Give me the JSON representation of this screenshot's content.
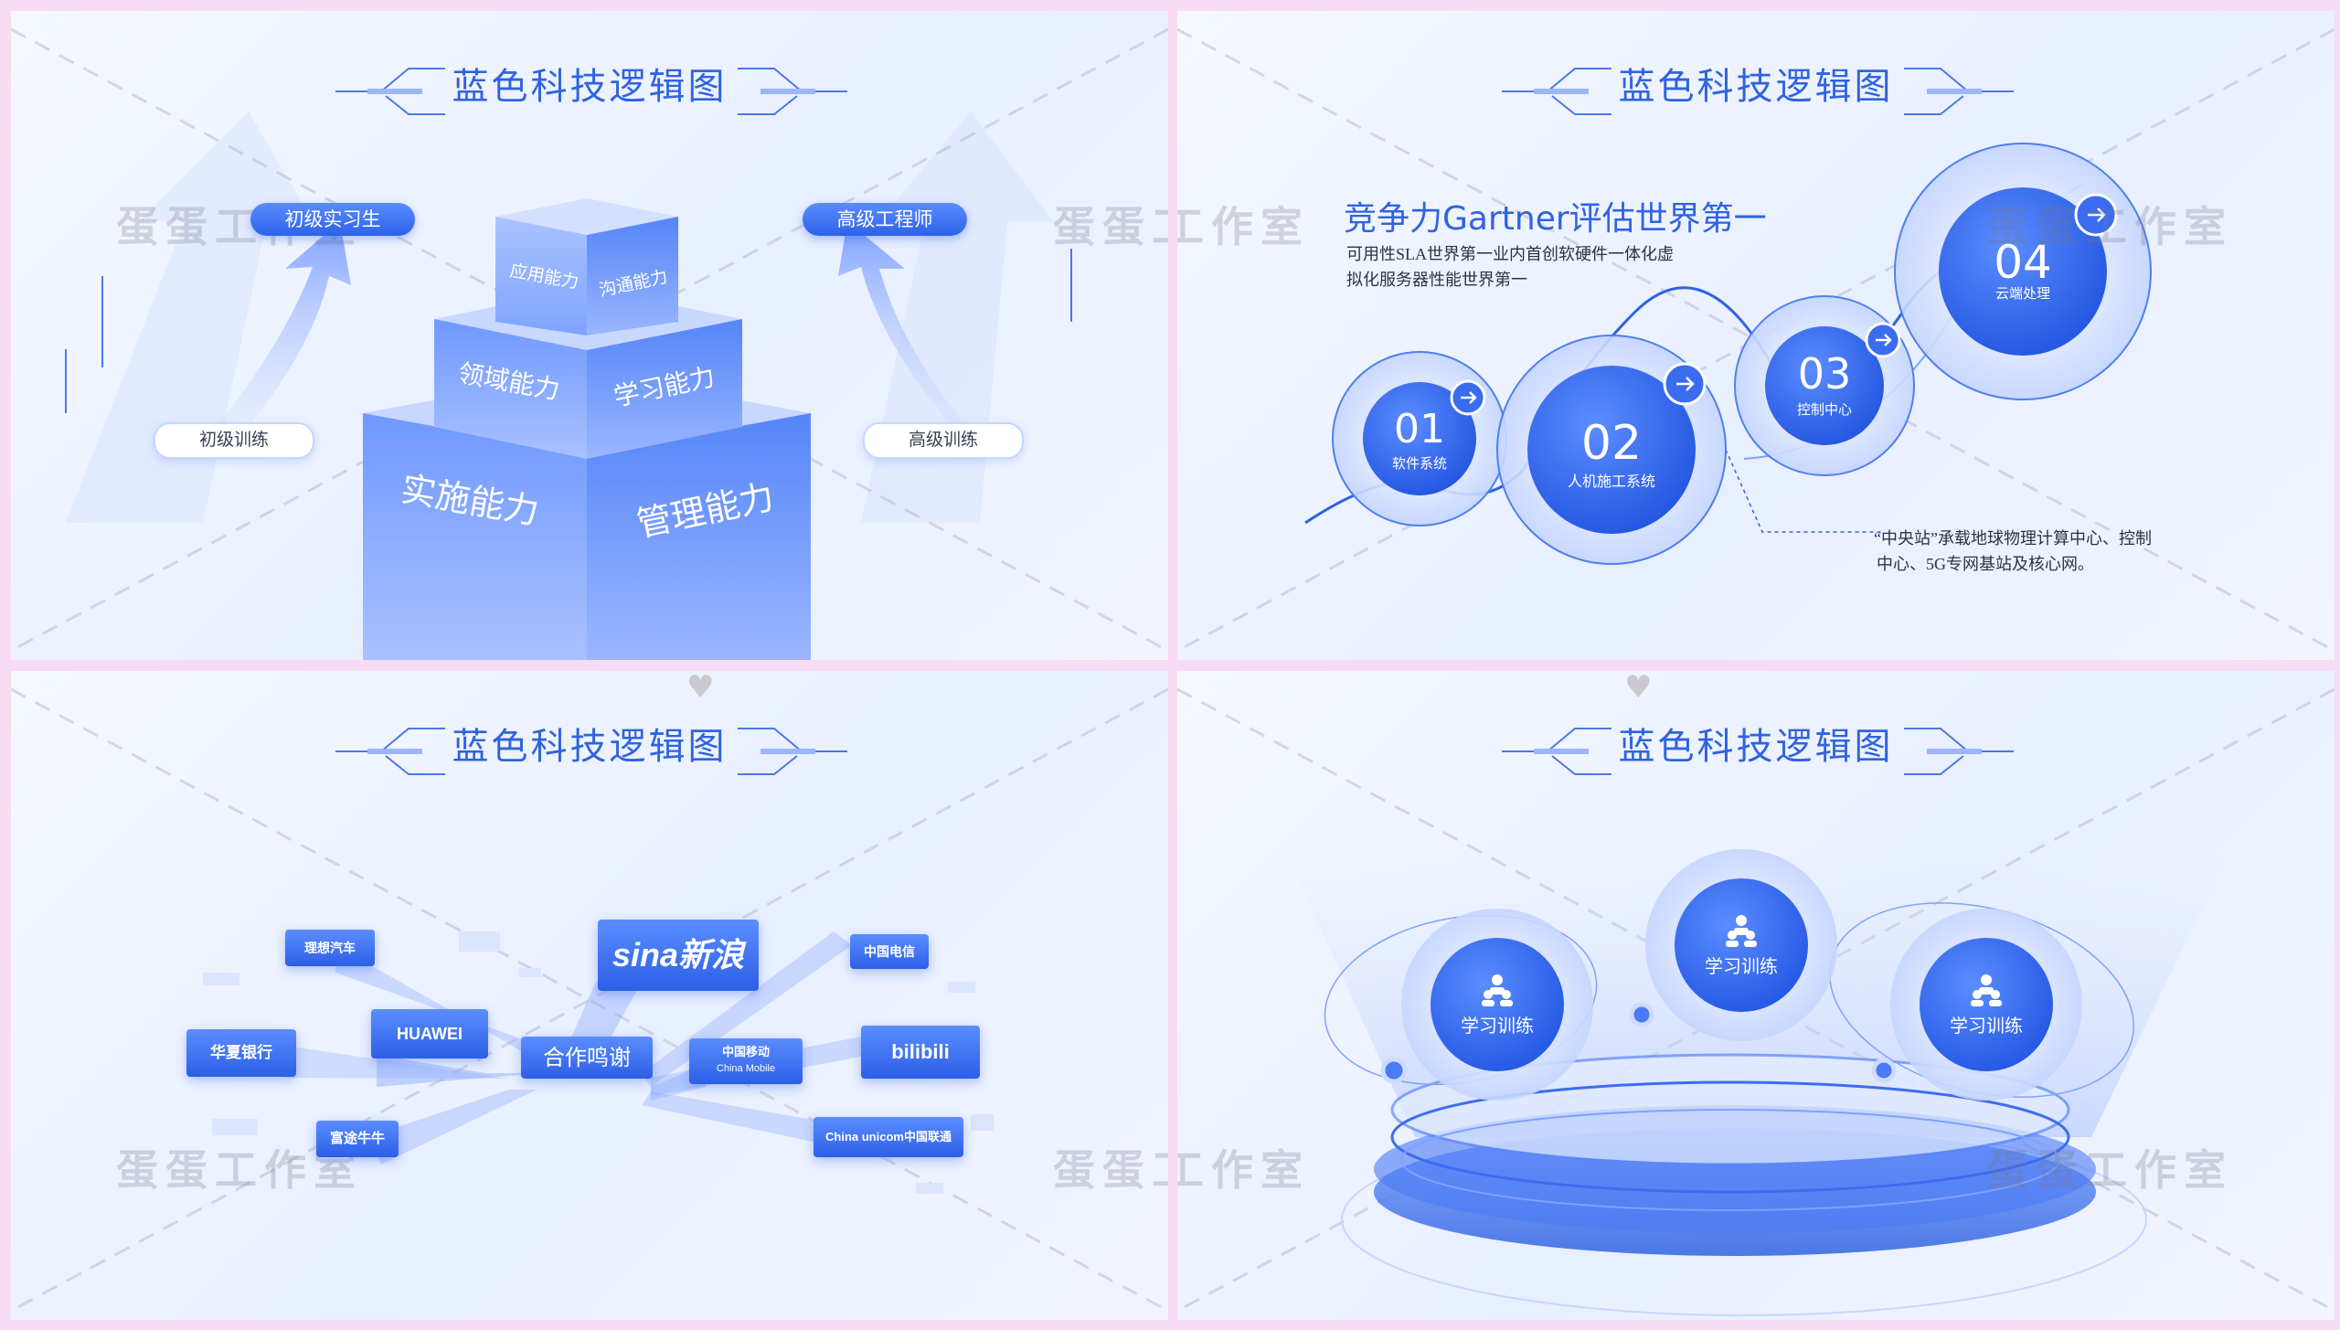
{
  "title": "蓝色科技逻辑图",
  "watermark": "蛋蛋工作室",
  "colors": {
    "accent": "#2f63e0",
    "accent_light": "#5a8cff",
    "border": "#f8dcf3",
    "watermark": "#8f8f9a"
  },
  "slide1": {
    "pill_top_left": "初级实习生",
    "pill_top_right": "高级工程师",
    "label_bottom_left": "初级训练",
    "label_bottom_right": "高级训练",
    "pyramid": {
      "top_left": "应用能力",
      "top_right": "沟通能力",
      "mid_left": "领域能力",
      "mid_right": "学习能力",
      "base_left": "实施能力",
      "base_right": "管理能力"
    }
  },
  "slide2": {
    "heading": "竞争力Gartner评估世界第一",
    "subtext_line1": "可用性SLA世界第一业内首创软硬件一体化虚",
    "subtext_line2": "拟化服务器性能世界第一",
    "circles": [
      {
        "num": "01",
        "label": "软件系统"
      },
      {
        "num": "02",
        "label": "人机施工系统"
      },
      {
        "num": "03",
        "label": "控制中心"
      },
      {
        "num": "04",
        "label": "云端处理"
      }
    ],
    "note_line1": "“中央站”承载地球物理计算中心、控制",
    "note_line2": "中心、5G专网基站及核心网。",
    "arrow_icon": "arrow-right-icon"
  },
  "slide3": {
    "center_label": "合作鸣谢",
    "logos": {
      "sina": "sina新浪",
      "huawei": "HUAWEI",
      "hxbank": "华夏银行",
      "futu": "富途牛牛",
      "lixiang": "理想汽车",
      "telecom": "中国电信",
      "bilibili": "bilibili",
      "cmcc": "中国移动",
      "cmcc_en": "China Mobile",
      "unicom": "China unicom中国联通"
    }
  },
  "slide4": {
    "circles": [
      "学习训练",
      "学习训练",
      "学习训练"
    ],
    "icon": "people-icon"
  },
  "heart_icon": "heart-icon"
}
